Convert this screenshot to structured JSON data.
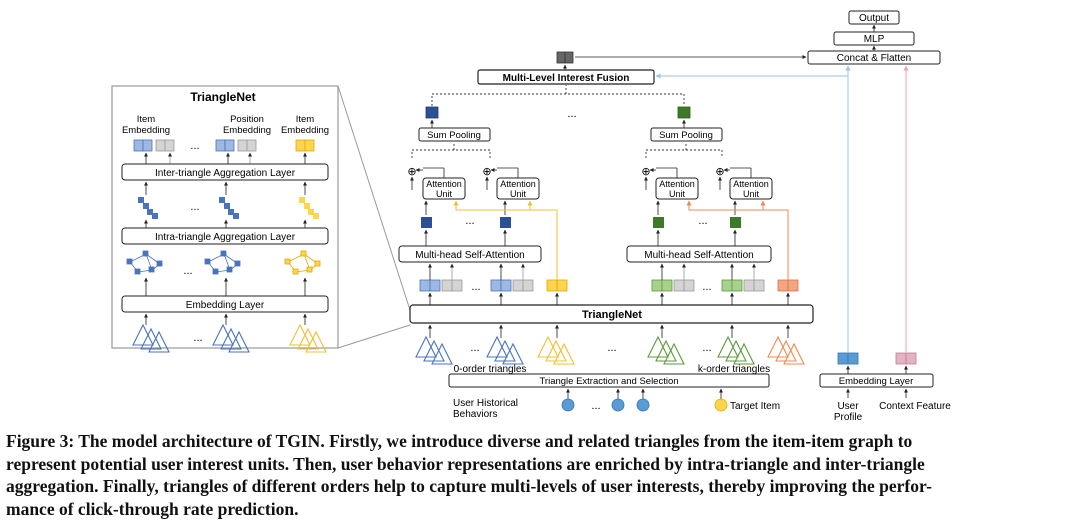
{
  "figure": {
    "triangle_net_panel": {
      "title": "TriangleNet",
      "item_embedding_label_1": "Item",
      "item_embedding_label_2": "Embedding",
      "position_embedding_label_1": "Position",
      "position_embedding_label_2": "Embedding",
      "item_embedding_label_3": "Item",
      "item_embedding_label_4": "Embedding",
      "inter_layer": "Inter-triangle Aggregation Layer",
      "intra_layer": "Intra-triangle Aggregation Layer",
      "embedding_layer": "Embedding Layer",
      "dots": "..."
    },
    "main": {
      "output": "Output",
      "mlp": "MLP",
      "concat": "Concat & Flatten",
      "fusion": "Multi-Level Interest Fusion",
      "sum_pooling": "Sum Pooling",
      "attention_unit_1": "Attention",
      "attention_unit_2": "Unit",
      "multi_head": "Multi-head Self-Attention",
      "triangle_net": "TriangleNet",
      "zero_order": "0-order triangles",
      "k_order": "k-order triangles",
      "extraction": "Triangle Extraction and Selection",
      "user_behaviors_1": "User Historical",
      "user_behaviors_2": "Behaviors",
      "target_item": "Target Item",
      "embedding_layer": "Embedding  Layer",
      "user_profile_1": "User",
      "user_profile_2": "Profile",
      "context_feature": "Context Feature",
      "dots": "...",
      "oplus": "⊕"
    },
    "colors": {
      "blue": "#4a73be",
      "blue_dark": "#2c4f96",
      "blue_light": "#9db8e3",
      "green": "#5c9a3c",
      "green_light": "#a9d18e",
      "yellow": "#ffd54f",
      "orange": "#f4a582",
      "gray": "#c9c9c9",
      "pink": "#e3b3c3",
      "arrow_blue": "#9dc3e6",
      "arrow_pink": "#e6a5b5"
    }
  },
  "caption": {
    "line1": "Figure 3: The model architecture of TGIN. Firstly, we introduce diverse and related triangles from the item-item graph to",
    "line2": "represent potential user interest units. Then, user behavior representations are enriched by intra-triangle and inter-triangle",
    "line3": "aggregation. Finally, triangles of different orders help to capture multi-levels of user interests, thereby improving the perfor-",
    "line4": "mance of click-through rate prediction."
  }
}
